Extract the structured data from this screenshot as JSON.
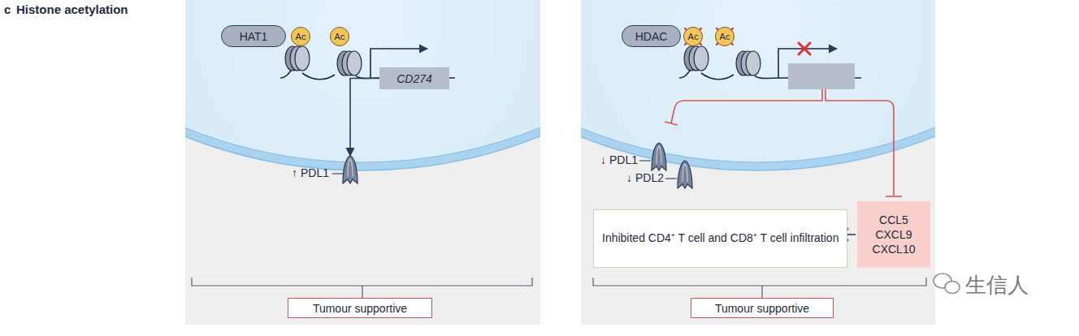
{
  "diagram": {
    "title": "Histone acetylation",
    "nodes": [
      {
        "text": [
          "HAT1"
        ]
      },
      {
        "text": [
          "Ac"
        ]
      },
      {
        "text": [
          "Ac"
        ]
      },
      {
        "text": [
          "CD274"
        ]
      },
      {
        "text": [
          "↑ PDL1"
        ]
      },
      {
        "text": [
          "Tumour supportive"
        ]
      },
      {
        "text": [
          "HDAC"
        ]
      },
      {
        "text": [
          "Ac"
        ]
      },
      {
        "text": [
          "Ac"
        ]
      },
      {
        "text": [
          "↓ PDL1"
        ]
      },
      {
        "text": [
          "↓ PDL2"
        ]
      },
      {
        "text": [
          "Inhibited CD4⁺ T cell and CD8⁺ T cell infiltration"
        ]
      },
      {
        "text": [
          "CCL5",
          "CXCL9",
          "CXCL10"
        ]
      },
      {
        "text": [
          "Tumour supportive"
        ]
      }
    ],
    "edges": [
      {
        "from": 3,
        "to": 4,
        "arrow": "to"
      }
    ],
    "labels": [
      "c",
      "生信人"
    ]
  }
}
